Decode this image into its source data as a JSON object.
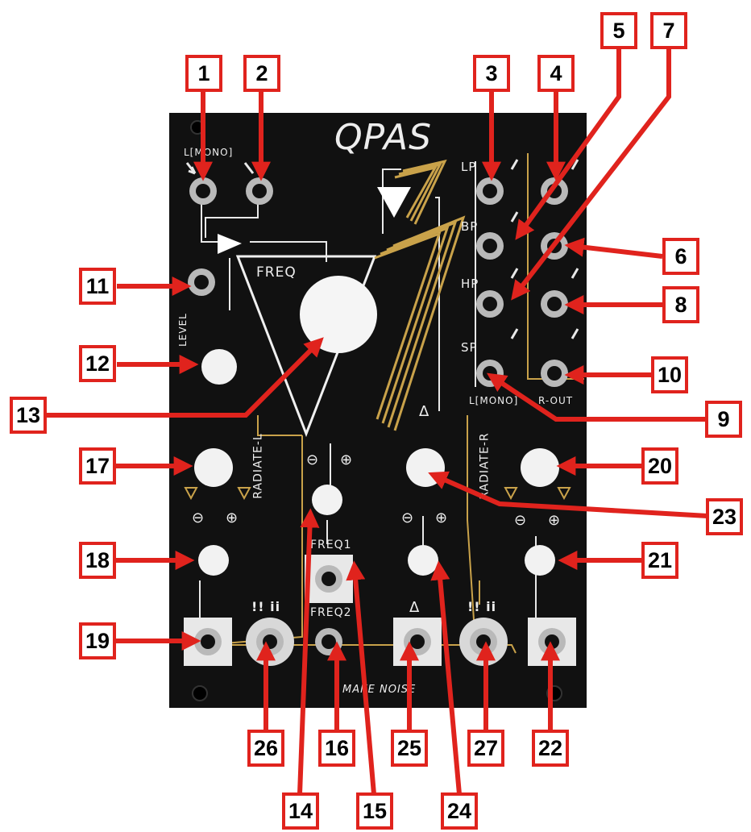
{
  "module": {
    "name": "QPAS",
    "maker": "MAKE NOISE"
  },
  "panel_labels": {
    "l_mono_in": "L[MONO]",
    "level": "LEVEL",
    "freq": "FREQ",
    "lp": "LP",
    "bp": "BP",
    "hp": "HP",
    "sp": "SP",
    "l_mono_out": "L[MONO]",
    "r_out": "R-OUT",
    "radiate_l": "RADIATE-L",
    "radiate_r": "RADIATE-R",
    "freq1": "FREQ1",
    "freq2": "FREQ2",
    "minus": "⊖",
    "plus": "⊕",
    "exclaim": "!! ii",
    "delta": "Δ"
  },
  "callouts": [
    "1",
    "2",
    "3",
    "4",
    "5",
    "6",
    "7",
    "8",
    "9",
    "10",
    "11",
    "12",
    "13",
    "14",
    "15",
    "16",
    "17",
    "18",
    "19",
    "20",
    "21",
    "22",
    "23",
    "24",
    "25",
    "26",
    "27"
  ],
  "colors": {
    "callout_red": "#e0231d",
    "panel_black": "#111111",
    "gold": "#c9a24a",
    "knob_white": "#f2f2f2"
  }
}
